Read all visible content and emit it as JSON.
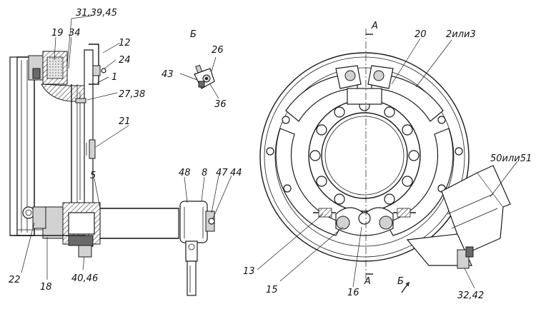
{
  "labels": {
    "l_31_39_45": "31,39,45",
    "l_19": "19",
    "l_34": "34",
    "l_12": "12",
    "l_24": "24",
    "l_1": "1",
    "l_27_38": "27,38",
    "l_21": "21",
    "l_5": "5",
    "l_48": "48",
    "l_8": "8",
    "l_47": "47",
    "l_44": "44",
    "l_22": "22",
    "l_18": "18",
    "l_40_46": "40,46",
    "l_b_view": "Б",
    "l_26": "26",
    "l_43": "43",
    "l_36": "36",
    "l_a_top": "А",
    "l_20": "20",
    "l_2_or_3": "2или3",
    "l_50_or_51": "50или51",
    "l_13": "13",
    "l_15": "15",
    "l_16": "16",
    "l_a_bottom": "А",
    "l_b_arrow": "Б",
    "l_32_42": "32,42"
  },
  "colors": {
    "line": "#1a1a1a",
    "shade": "#d2d2d2",
    "dark_shade": "#6a6a6a",
    "background": "#ffffff"
  }
}
